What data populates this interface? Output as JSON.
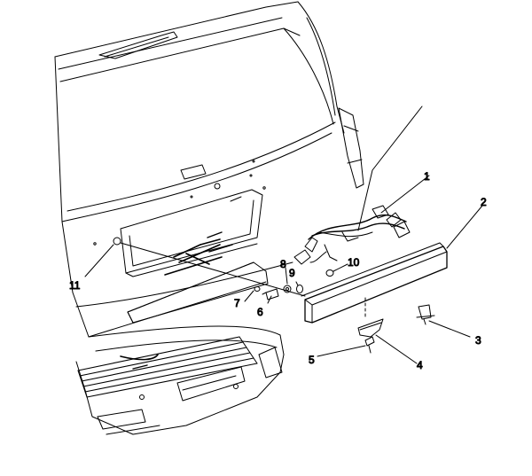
{
  "diagram": {
    "colors": {
      "line": "#000000",
      "background": "#ffffff"
    },
    "callouts": [
      {
        "id": "c1",
        "label": "1"
      },
      {
        "id": "c2",
        "label": "2"
      },
      {
        "id": "c3",
        "label": "3"
      },
      {
        "id": "c4",
        "label": "4"
      },
      {
        "id": "c5",
        "label": "5"
      },
      {
        "id": "c6",
        "label": "6"
      },
      {
        "id": "c7",
        "label": "7"
      },
      {
        "id": "c8",
        "label": "8"
      },
      {
        "id": "c9",
        "label": "9"
      },
      {
        "id": "c10",
        "label": "10"
      },
      {
        "id": "c11",
        "label": "11"
      }
    ]
  }
}
